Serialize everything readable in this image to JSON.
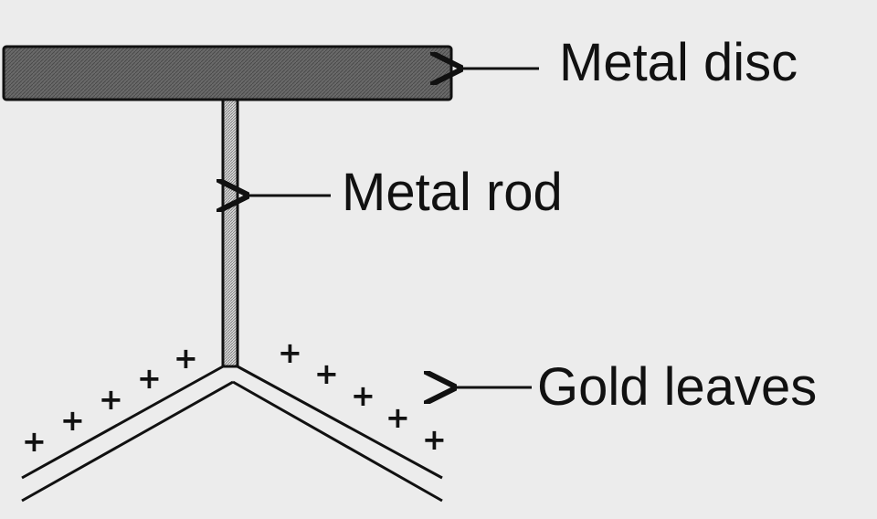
{
  "labels": {
    "disc": "Metal disc",
    "rod": "Metal rod",
    "leaves": "Gold leaves"
  },
  "charge_symbol": "+",
  "charge_count_per_leaf": 5,
  "colors": {
    "background": "#ececec",
    "ink": "#111111",
    "disc_fill": "#6e6e6e"
  }
}
